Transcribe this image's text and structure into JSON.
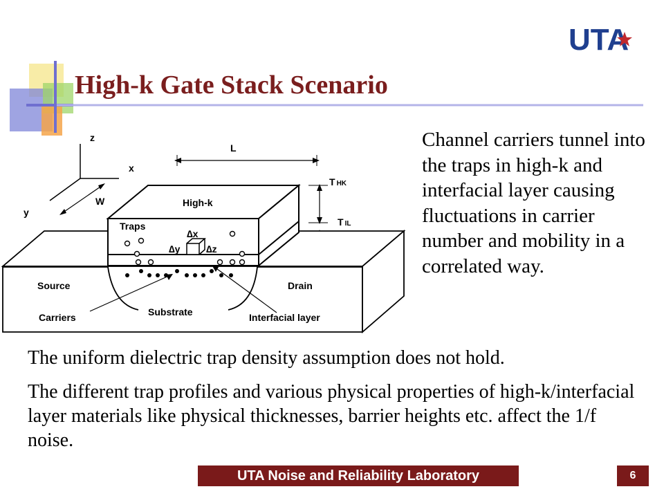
{
  "slide": {
    "title": "High-k Gate Stack Scenario",
    "logo_text": "UTA",
    "side_text": "Channel carriers tunnel into the traps in high-k and interfacial layer causing fluctuations in carrier number and mobility  in a correlated way.",
    "paragraph1": "The uniform dielectric trap density assumption does not hold.",
    "paragraph2": "The different trap profiles and various physical properties of high-k/interfacial layer materials like physical thicknesses, barrier heights etc. affect the 1/f noise.",
    "footer": "UTA Noise and Reliability Laboratory",
    "page_number": "6"
  },
  "diagram": {
    "axis_z": "z",
    "axis_x": "x",
    "axis_y": "y",
    "L": "L",
    "W": "W",
    "T": "T",
    "HK": "HK",
    "IL": "IL",
    "high_k": "High-k",
    "traps": "Traps",
    "dx": "∆x",
    "dy": "∆y",
    "dz": "∆z",
    "source": "Source",
    "drain": "Drain",
    "substrate": "Substrate",
    "carriers": "Carriers",
    "interfacial_layer": "Interfacial layer"
  },
  "colors": {
    "title": "#7a1e1e",
    "footer_bg": "#7a1a1a",
    "logo_blue": "#1f3f8f",
    "logo_star": "#c0282e",
    "deco_yellow": "#f5e58a",
    "deco_blue": "#7f86d8",
    "deco_green": "#9fd66a",
    "deco_orange": "#f4a44a"
  }
}
